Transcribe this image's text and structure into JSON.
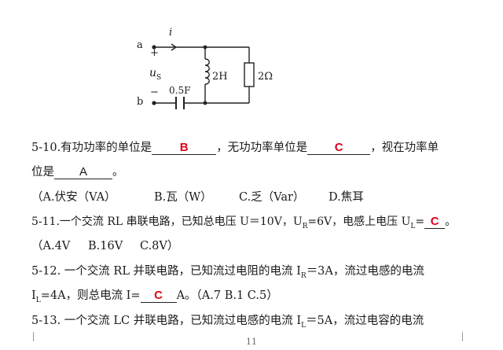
{
  "circuit": {
    "node_a": "a",
    "node_b": "b",
    "plus": "+",
    "minus": "−",
    "current": "i",
    "source": "u",
    "source_sub": "S",
    "capacitor": "0.5F",
    "inductor": "2H",
    "resistor": "2Ω"
  },
  "q510": {
    "text1": "5-10.有功功率的单位是",
    "ans1": "B",
    "text2": "，无功功率单位是",
    "ans2": "C",
    "text3": "，视在功率单",
    "text4": "位是",
    "ans3": "A",
    "text5": "。",
    "options": [
      "（A.伏安（VA）",
      "B.瓦（W）",
      "C.乏（Var）",
      "D.焦耳"
    ]
  },
  "q511": {
    "text1": "5-11.一个交流 RL 串联电路，已知总电压 U＝10V，U",
    "sub_r": "R",
    "text2": "=6V，电感上电压 U",
    "sub_l": "L",
    "text3": "=",
    "ans": "C",
    "text4": "。",
    "options": [
      "（A.4V",
      "B.16V",
      "C.8V）"
    ]
  },
  "q512": {
    "text1": "5-12. 一个交流 RL 并联电路，已知流过电阻的电流 I",
    "sub_r": "R",
    "text2": "＝3A，流过电感的电流",
    "text3": "I",
    "sub_l": "L",
    "text4": "=4A，则总电流 I=",
    "ans": "C",
    "text5": "A。（A.7    B.1    C.5）"
  },
  "q513": {
    "text1": "5-13. 一个交流 LC 并联电路，已知流过电感的电流 I",
    "sub_l": "L",
    "text2": "＝5A，流过电容的电流"
  },
  "page_number": "11"
}
